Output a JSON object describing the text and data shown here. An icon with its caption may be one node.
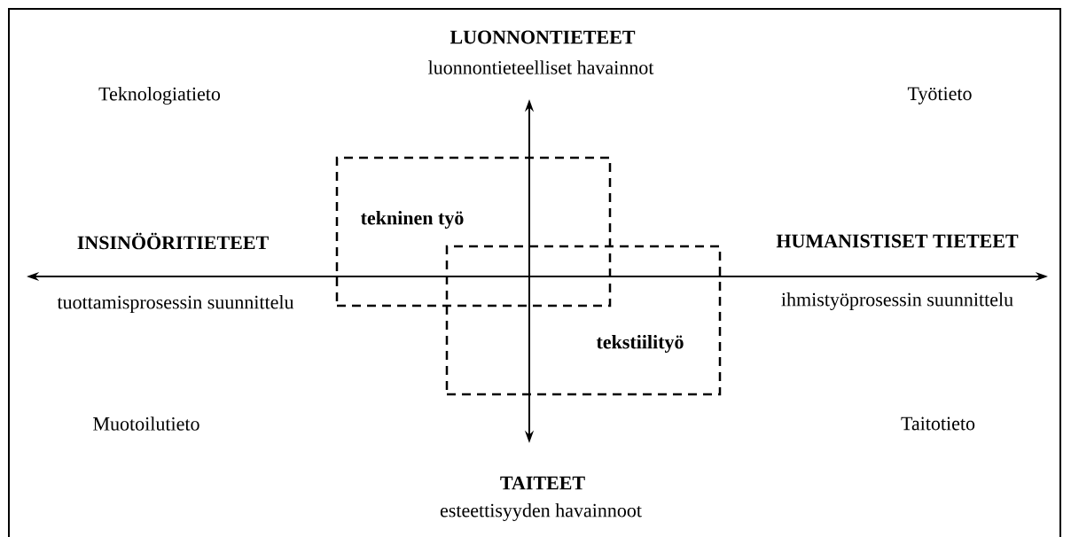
{
  "diagram": {
    "nodes": [
      {
        "text": [
          "tekninen työ"
        ]
      },
      {
        "text": [
          "tekstiilityö"
        ]
      }
    ],
    "labels": [
      "LUONNONTIETEET",
      "luonnontieteelliset havainnot",
      "Teknologiatieto",
      "Työtieto",
      "INSINÖÖRITIETEET",
      "HUMANISTISET TIETEET",
      "tuottamisprosessin suunnittelu",
      "ihmistyöprosessin suunnittelu",
      "Muotoilutieto",
      "Taitotieto",
      "TAITEET",
      "esteettisyyden havainnoot"
    ]
  }
}
